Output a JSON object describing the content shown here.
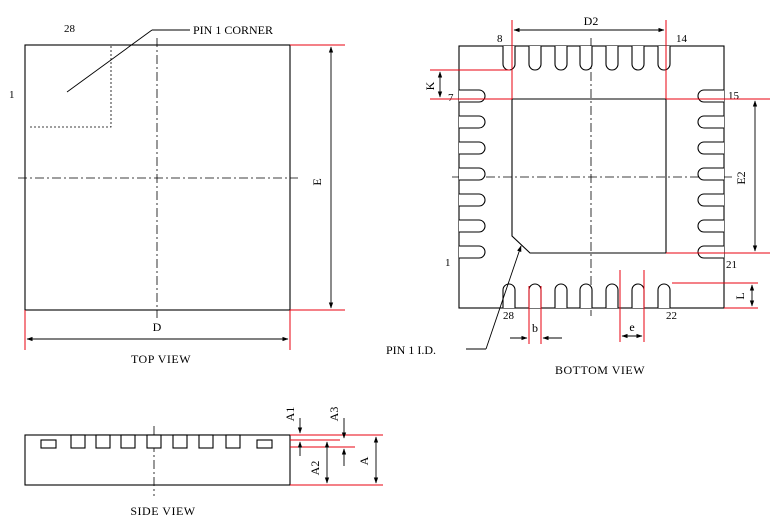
{
  "views": {
    "top": "TOP VIEW",
    "bottom": "BOTTOM VIEW",
    "side": "SIDE VIEW"
  },
  "callouts": {
    "pin1_corner": "PIN 1 CORNER",
    "pin1_id": "PIN 1 I.D."
  },
  "dimensions": {
    "D": "D",
    "E": "E",
    "D2": "D2",
    "E2": "E2",
    "K": "K",
    "L": "L",
    "b": "b",
    "e": "e",
    "A": "A",
    "A1": "A1",
    "A2": "A2",
    "A3": "A3"
  },
  "pins": {
    "top_28": "28",
    "top_1": "1",
    "p8": "8",
    "p14": "14",
    "p7": "7",
    "p15": "15",
    "p1": "1",
    "p21": "21",
    "p28": "28",
    "p22": "22"
  },
  "colors": {
    "dimension_extension": "#e8000f",
    "outline": "#000000"
  }
}
